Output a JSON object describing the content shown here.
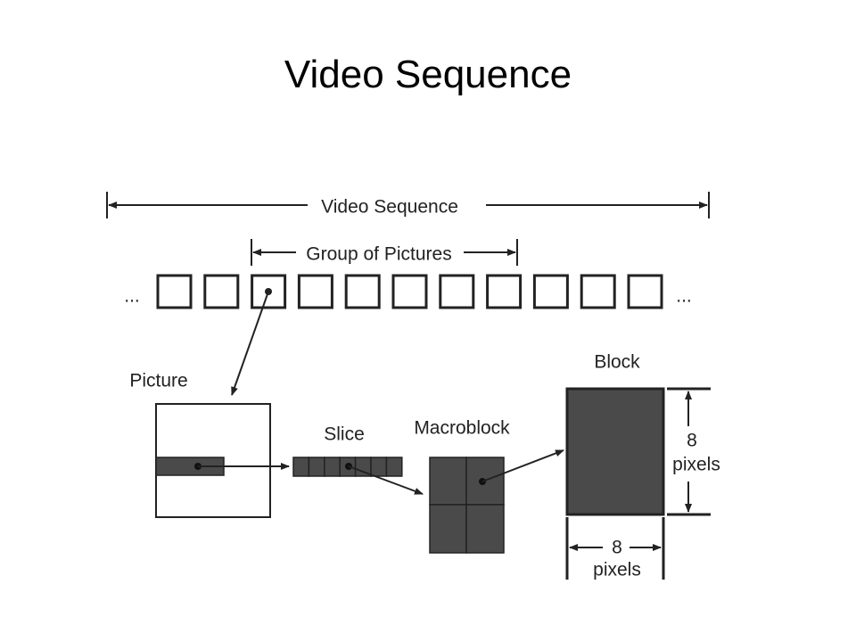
{
  "slide": {
    "title": "Video Sequence"
  },
  "diagram": {
    "video_sequence_label": "Video Sequence",
    "gop_label": "Group of Pictures",
    "ellipsis_left": "...",
    "ellipsis_right": "...",
    "picture_label": "Picture",
    "slice_label": "Slice",
    "macroblock_label": "Macroblock",
    "block_label": "Block",
    "dim_vertical": {
      "value": "8",
      "unit": "pixels"
    },
    "dim_horizontal": {
      "value": "8",
      "unit": "pixels"
    },
    "frame_count": 11,
    "fill_color": "#4a4a4a",
    "line_color": "#222222"
  }
}
